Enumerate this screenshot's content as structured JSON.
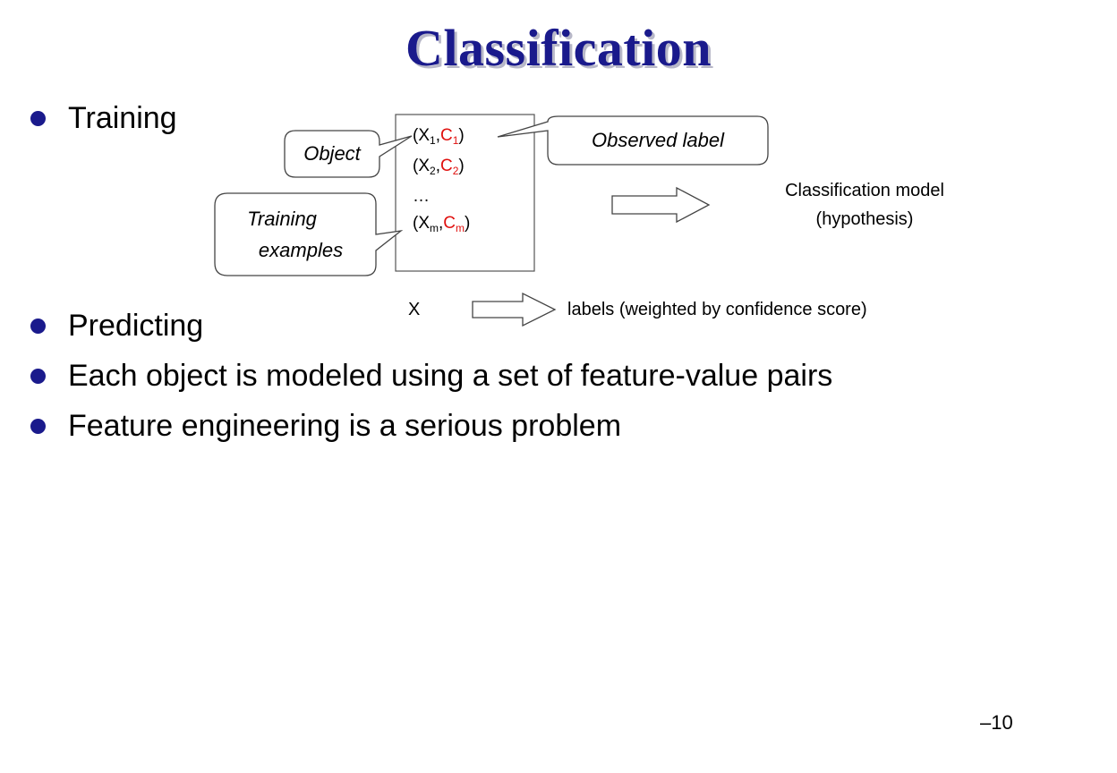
{
  "slide": {
    "title": "Classification",
    "bullets": [
      "Training",
      "Predicting",
      "Each object is modeled using a set of feature-value pairs",
      "Feature engineering is a serious problem"
    ],
    "page_number": "–10"
  },
  "diagram": {
    "pairs": [
      {
        "x": "X",
        "x_sub": "1",
        "c": "C",
        "c_sub": "1"
      },
      {
        "x": "X",
        "x_sub": "2",
        "c": "C",
        "c_sub": "2"
      },
      {
        "ellipsis": "…"
      },
      {
        "x": "X",
        "x_sub": "m",
        "c": "C",
        "c_sub": "m"
      }
    ],
    "callout_object": "Object",
    "callout_observed_label": "Observed label",
    "callout_training_line1": "Training",
    "callout_training_line2": "examples",
    "model_line1": "Classification model",
    "model_line2": "(hypothesis)",
    "predict_input": "X",
    "predict_output": "labels (weighted by confidence score)"
  },
  "colors": {
    "title": "#1a1a8c",
    "bullet": "#1a1a8c",
    "label_red": "#e0100e"
  }
}
